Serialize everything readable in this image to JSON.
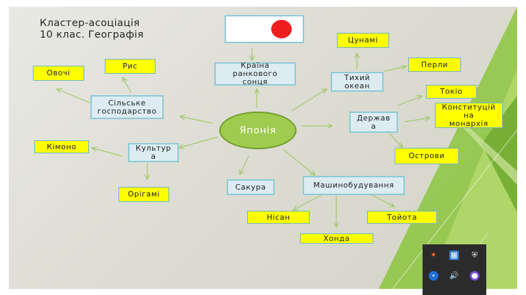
{
  "title": {
    "line1": "Кластер-асоціація",
    "line2": "10 клас. Географія"
  },
  "center": "Японія",
  "nodes": {
    "country": "Країна\nранкового\nсонця",
    "agriculture": "Сільське\nгосподарство",
    "vegetables": "Овочі",
    "rice": "Рис",
    "culture": "Культур\nа",
    "kimono": "Кімоно",
    "origami": "Орігамі",
    "sakura": "Сакура",
    "machinery": "Машинобудування",
    "nissan": "Нісан",
    "honda": "Хонда",
    "toyota": "Тойота",
    "ocean": "Тихий\nокеан",
    "tsunami": "Цунамі",
    "pearls": "Перли",
    "state": "Держав\nа",
    "tokyo": "Токіо",
    "monarchy": "Конституцій\nна\nмонархія",
    "islands": "Острови"
  },
  "tray": {
    "icons": [
      "antivirus-icon",
      "network-icon",
      "security-shield-icon",
      "bluetooth-icon",
      "volume-icon",
      "messenger-icon"
    ]
  },
  "colors": {
    "yellow_box": "#ffff00",
    "blue_box": "#dcecf2",
    "center": "#9fcb4e",
    "flag_disc": "#ef1f1f",
    "accent_green": "#8dc63f"
  }
}
